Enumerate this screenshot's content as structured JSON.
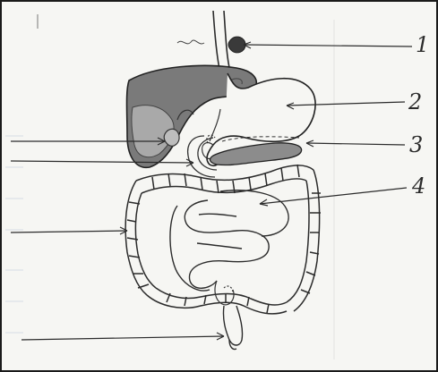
{
  "diagram": {
    "labels": [
      {
        "id": "1",
        "text": "1"
      },
      {
        "id": "2",
        "text": "2"
      },
      {
        "id": "3",
        "text": "3"
      },
      {
        "id": "4",
        "text": "4"
      }
    ],
    "colors": {
      "paper": "#f6f6f3",
      "ink": "#2b2b2b",
      "liver_fill": "#7a7a7a",
      "liver_light": "#a9a9a9",
      "pancreas_fill": "#8c8c8c",
      "bladder_fill": "#bdbdbd"
    }
  }
}
